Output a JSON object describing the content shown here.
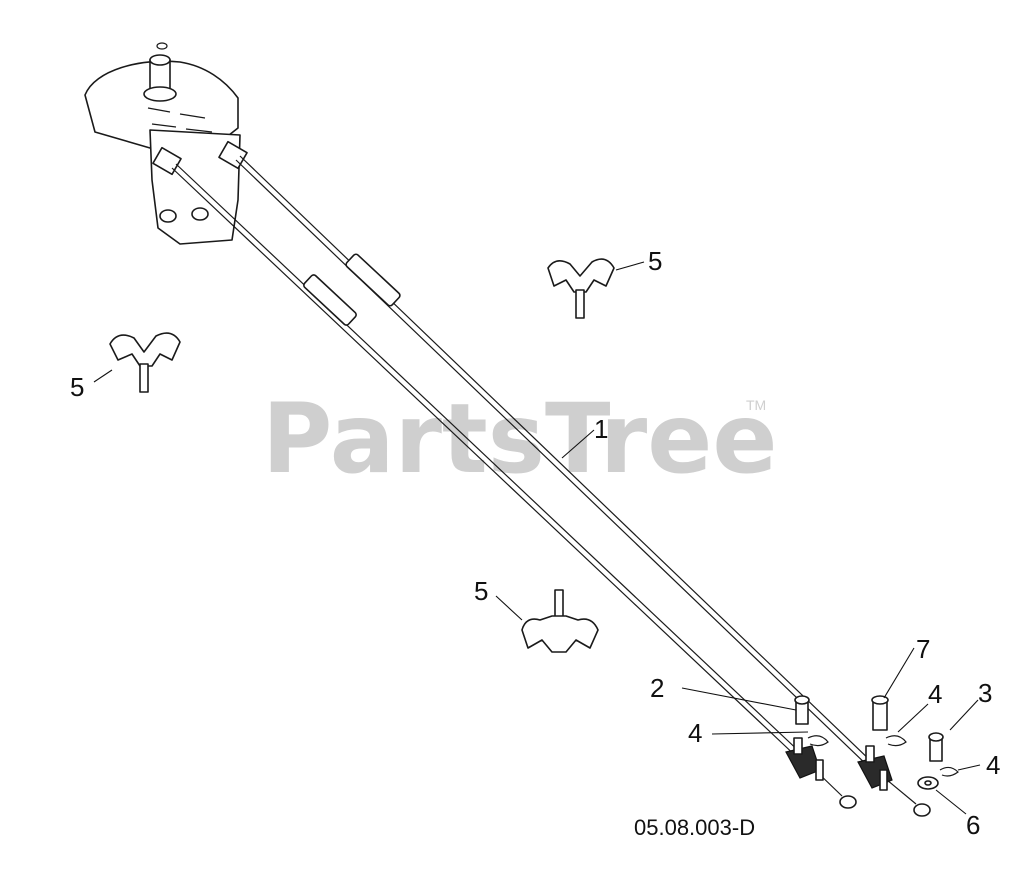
{
  "watermark": {
    "text": "PartsTree",
    "tm": "TM"
  },
  "diagram_code": "05.08.003-D",
  "callouts": [
    {
      "id": "c1",
      "label": "1"
    },
    {
      "id": "c2",
      "label": "2"
    },
    {
      "id": "c3",
      "label": "3"
    },
    {
      "id": "c4a",
      "label": "4"
    },
    {
      "id": "c4b",
      "label": "4"
    },
    {
      "id": "c4c",
      "label": "4"
    },
    {
      "id": "c5a",
      "label": "5"
    },
    {
      "id": "c5b",
      "label": "5"
    },
    {
      "id": "c5c",
      "label": "5"
    },
    {
      "id": "c6",
      "label": "6"
    },
    {
      "id": "c7",
      "label": "7"
    }
  ]
}
